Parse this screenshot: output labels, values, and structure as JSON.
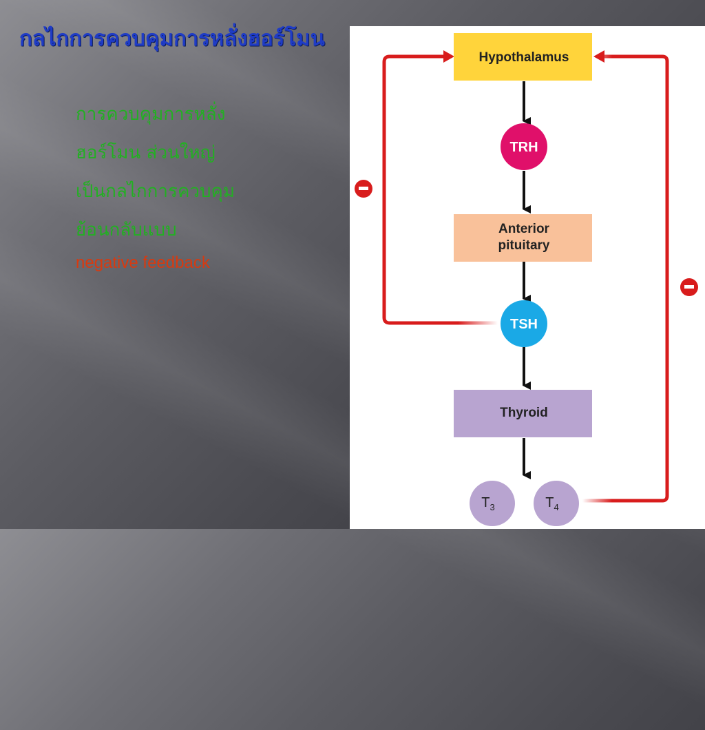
{
  "title": "กลไกการควบคุมการหลั่งฮอร์โมน",
  "bullet": {
    "lines": [
      "การควบคุมการหลั่ง",
      "ฮอร์โมน ส่วนใหญ่",
      "เป็นกลไกการควบคุม",
      "ย้อนกลับแบบ"
    ],
    "highlight": "negative feedback"
  },
  "diagram": {
    "hypothalamus": "Hypothalamus",
    "trh": "TRH",
    "anterior_pituitary_1": "Anterior",
    "anterior_pituitary_2": "pituitary",
    "tsh": "TSH",
    "thyroid": "Thyroid",
    "t3_main": "T",
    "t3_sub": "3",
    "t4_main": "T",
    "t4_sub": "4",
    "feedback_left": "−",
    "feedback_right": "−"
  },
  "colors": {
    "hypothalamus": "#ffd43b",
    "trh": "#e0106a",
    "pituitary": "#f9c19a",
    "tsh": "#1aa9e6",
    "thyroid": "#b8a4d0",
    "hormone": "#b8a4d0",
    "feedback": "#d81c1c"
  }
}
